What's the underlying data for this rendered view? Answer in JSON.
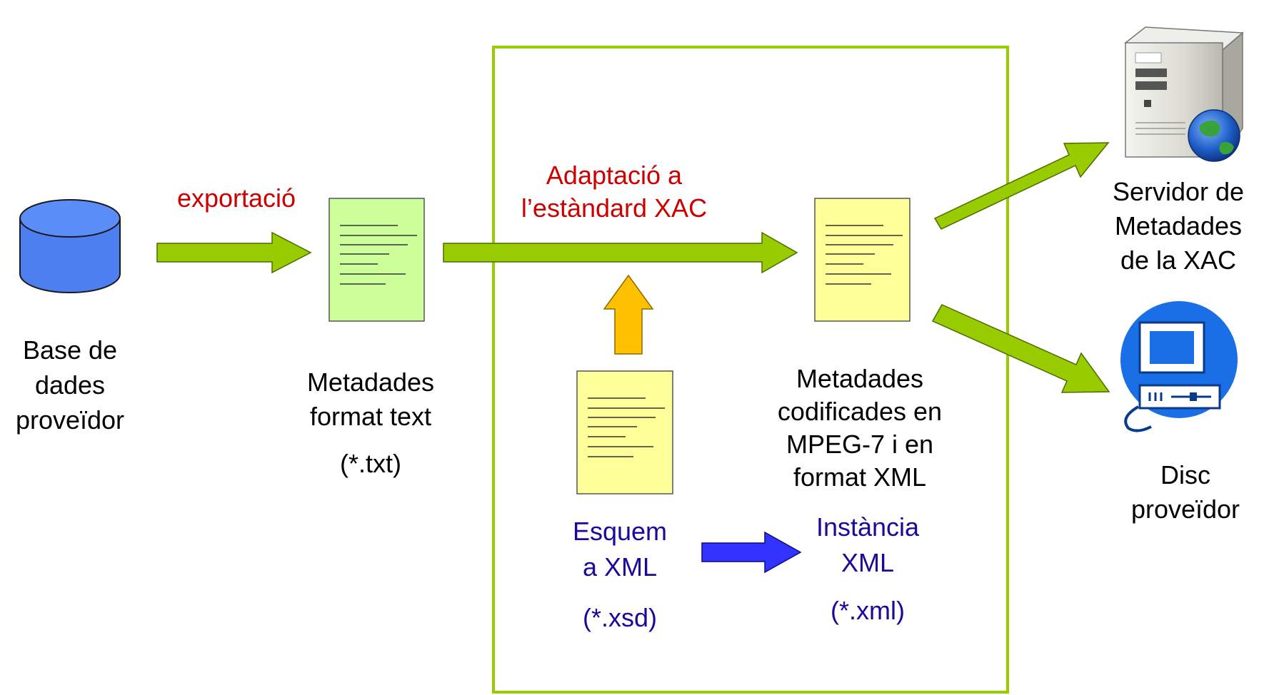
{
  "colors": {
    "frame_green": "#99cc00",
    "process_arrow_green": "#99cc00",
    "schema_arrow_gold": "#ffc000",
    "instance_arrow_blue": "#3333ff",
    "database_blue": "#4d7ff0",
    "doc_green": "#ccff99",
    "doc_yellow": "#ffff99",
    "label_red": "#cc0000",
    "label_blue": "#1a0a9a"
  },
  "nodes": {
    "database": {
      "label_lines": [
        "Base de",
        "dades",
        "proveïdor"
      ],
      "icon": "database-cylinder-icon"
    },
    "text_metadata": {
      "label_lines": [
        "Metadades",
        "format text"
      ],
      "ext": "(*.txt)",
      "icon": "text-document-icon"
    },
    "xml_schema": {
      "label_lines": [
        "Esquem",
        "a XML"
      ],
      "ext": "(*.xsd)",
      "icon": "schema-document-icon"
    },
    "encoded_metadata": {
      "label_lines": [
        "Metadades",
        "codificades en",
        "MPEG-7 i en",
        "format XML"
      ],
      "icon": "xml-document-icon"
    },
    "xml_instance": {
      "label_lines": [
        "Instància",
        "XML"
      ],
      "ext": "(*.xml)"
    },
    "metadata_server": {
      "label_lines": [
        "Servidor de",
        "Metadades",
        "de la XAC"
      ],
      "icon": "server-globe-icon"
    },
    "provider_disk": {
      "label_lines": [
        "Disc",
        "proveïdor"
      ],
      "icon": "computer-icon"
    }
  },
  "edges": {
    "export": {
      "label": "exportació"
    },
    "adaptation": {
      "label_lines": [
        "Adaptació a",
        "l’estàndard XAC"
      ]
    }
  }
}
